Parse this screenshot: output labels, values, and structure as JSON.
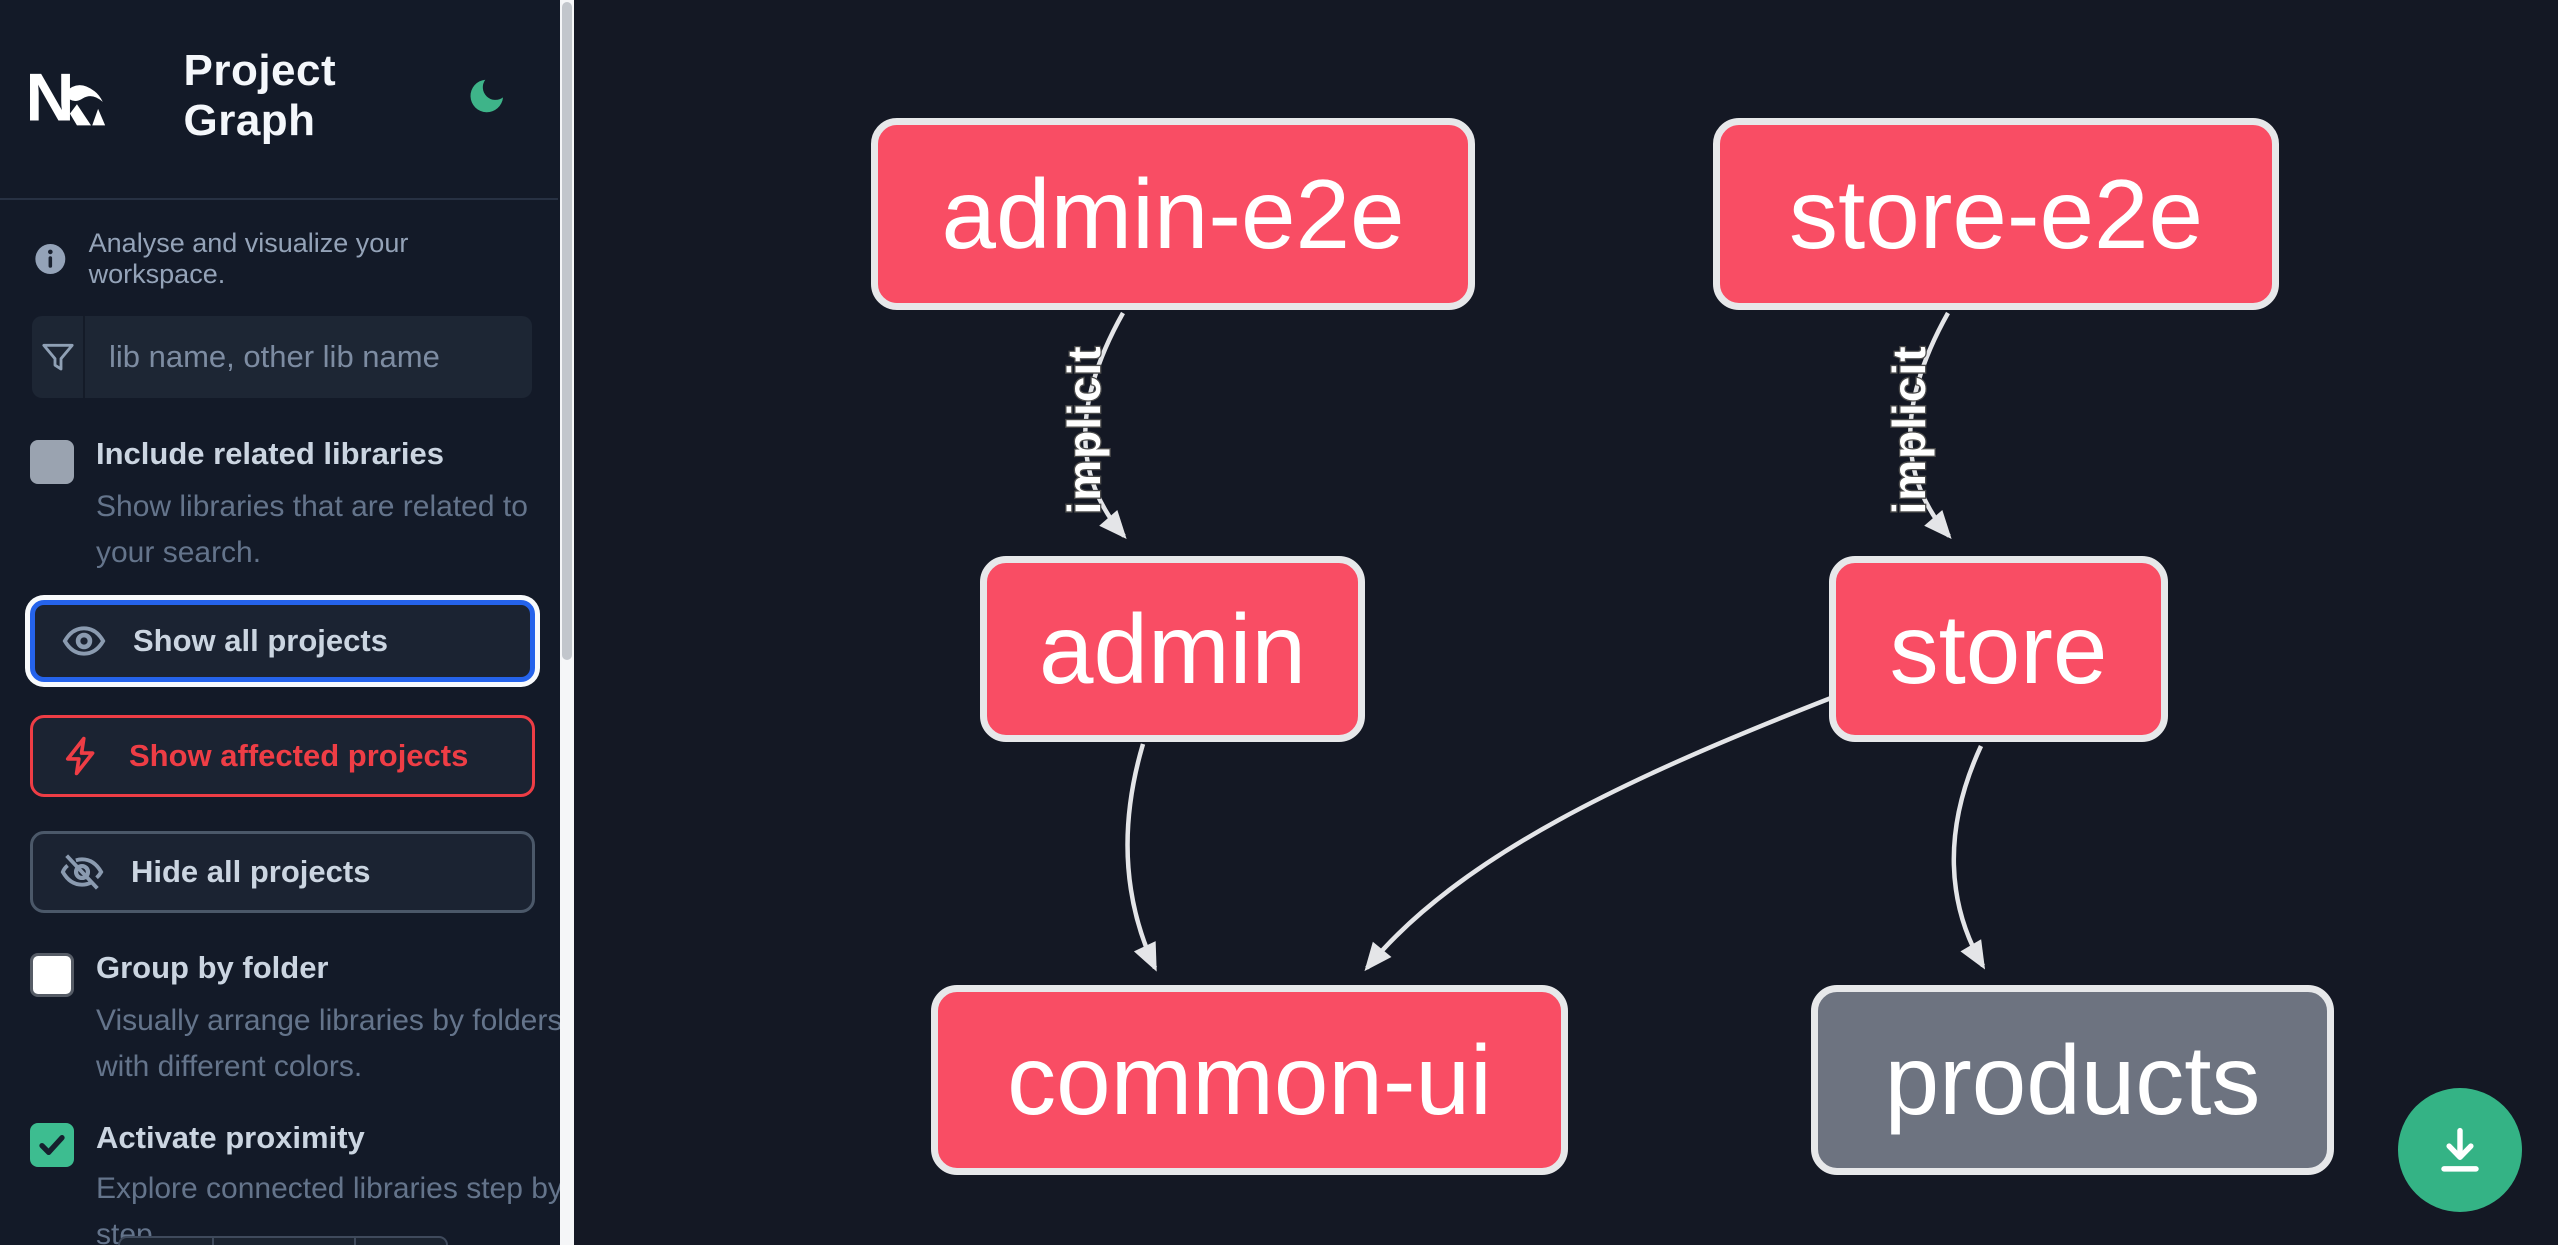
{
  "app": {
    "title": "Project Graph",
    "logo_text": "Nx",
    "accent_green": "#3eb489",
    "focus_blue": "#2563eb",
    "affected_red": "#ee3d45",
    "sidebar_bg": "#131a28",
    "canvas_bg": "#141824"
  },
  "sidebar": {
    "info": {
      "text": "Analyse and visualize your workspace."
    },
    "search": {
      "placeholder": "lib name, other lib name",
      "value": "",
      "icon": "funnel-icon"
    },
    "checkboxes": [
      {
        "label": "Include related libraries",
        "description": "Show libraries that are related to your search.",
        "checked": false,
        "state": "disabled"
      },
      {
        "label": "Group by folder",
        "description": "Visually arrange libraries by folders with different colors.",
        "checked": false,
        "state": "enabled"
      },
      {
        "label": "Activate proximity",
        "description": "Explore connected libraries step by step.",
        "checked": true,
        "state": "enabled"
      }
    ],
    "buttons": [
      {
        "label": "Show all projects",
        "icon": "eye-icon",
        "state": "focused"
      },
      {
        "label": "Show affected projects",
        "icon": "bolt-icon",
        "state": "affected"
      },
      {
        "label": "Hide all projects",
        "icon": "eye-off-icon",
        "state": "default"
      }
    ]
  },
  "graph": {
    "nodes": [
      {
        "id": "admin-e2e",
        "label": "admin-e2e",
        "type": "affected",
        "color": "#f94d64"
      },
      {
        "id": "store-e2e",
        "label": "store-e2e",
        "type": "affected",
        "color": "#f94d64"
      },
      {
        "id": "admin",
        "label": "admin",
        "type": "affected",
        "color": "#f94d64"
      },
      {
        "id": "store",
        "label": "store",
        "type": "affected",
        "color": "#f94d64"
      },
      {
        "id": "common-ui",
        "label": "common-ui",
        "type": "affected",
        "color": "#f94d64"
      },
      {
        "id": "products",
        "label": "products",
        "type": "normal",
        "color": "#6d7380"
      }
    ],
    "edges": [
      {
        "source": "admin-e2e",
        "target": "admin",
        "label": "implicit"
      },
      {
        "source": "store-e2e",
        "target": "store",
        "label": "implicit"
      },
      {
        "source": "admin",
        "target": "common-ui",
        "label": ""
      },
      {
        "source": "store",
        "target": "common-ui",
        "label": ""
      },
      {
        "source": "store",
        "target": "products",
        "label": ""
      }
    ],
    "download_button": {
      "icon": "download-icon",
      "color": "#34b385"
    }
  }
}
